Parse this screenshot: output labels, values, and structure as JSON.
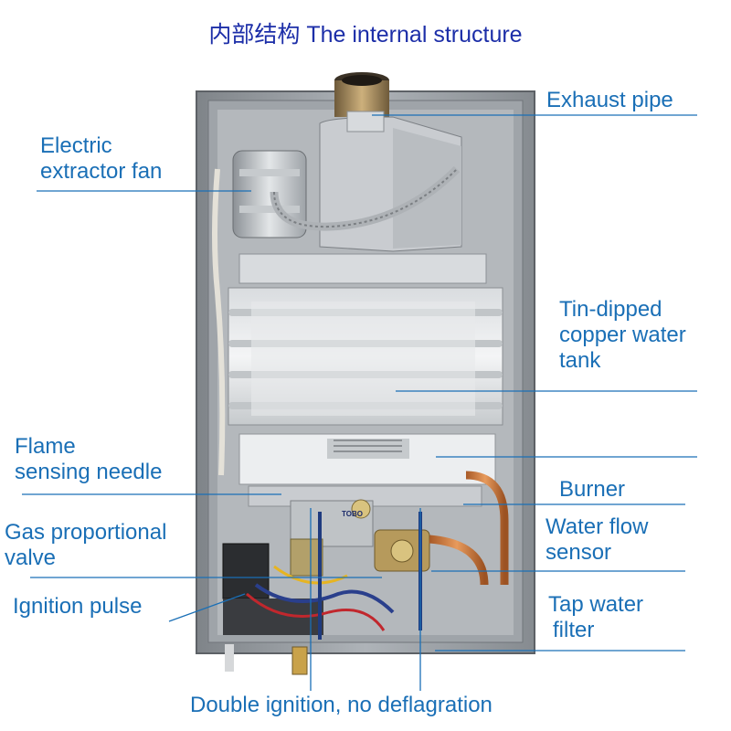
{
  "title": "内部结构 The internal structure",
  "labels": {
    "exhaust_pipe": "Exhaust pipe",
    "fan": [
      "Electric",
      "extractor fan"
    ],
    "tank": [
      "Tin-dipped",
      "copper water",
      "tank"
    ],
    "flame": [
      "Flame",
      "sensing needle"
    ],
    "burner": "Burner",
    "gas_valve": [
      "Gas proportional",
      "valve"
    ],
    "water_flow": [
      "Water flow",
      "sensor"
    ],
    "ignition": "Ignition pulse",
    "filter": [
      "Tap water",
      "filter"
    ],
    "double_ignition": "Double ignition, no deflagration"
  },
  "product_mark": "TOBO",
  "colors": {
    "label": "#1a6fb6",
    "title": "#1c2ea8",
    "leader": "#1a6fb6",
    "housing": "#9a9ea3",
    "copper": "#c8733a"
  }
}
